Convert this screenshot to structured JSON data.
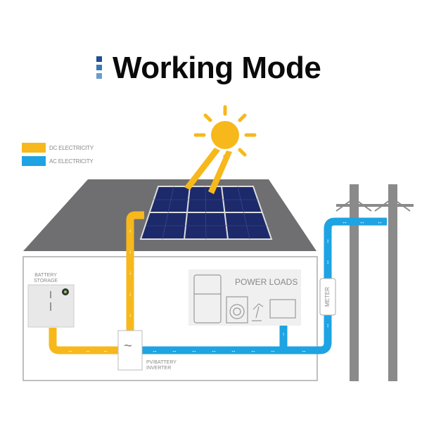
{
  "title": "Working Mode",
  "legend": [
    {
      "label": "DC ELECTRICITY",
      "color": "#f7b81c"
    },
    {
      "label": "AC ELECTRICITY",
      "color": "#1ea3e3"
    }
  ],
  "battery": {
    "line1": "BATTERY",
    "line2": "STORAGE"
  },
  "power_loads": "POWER LOADS",
  "inverter": {
    "line1": "PV/BATTERY",
    "line2": "INVERTER",
    "symbol": "~"
  },
  "meter": "METER"
}
